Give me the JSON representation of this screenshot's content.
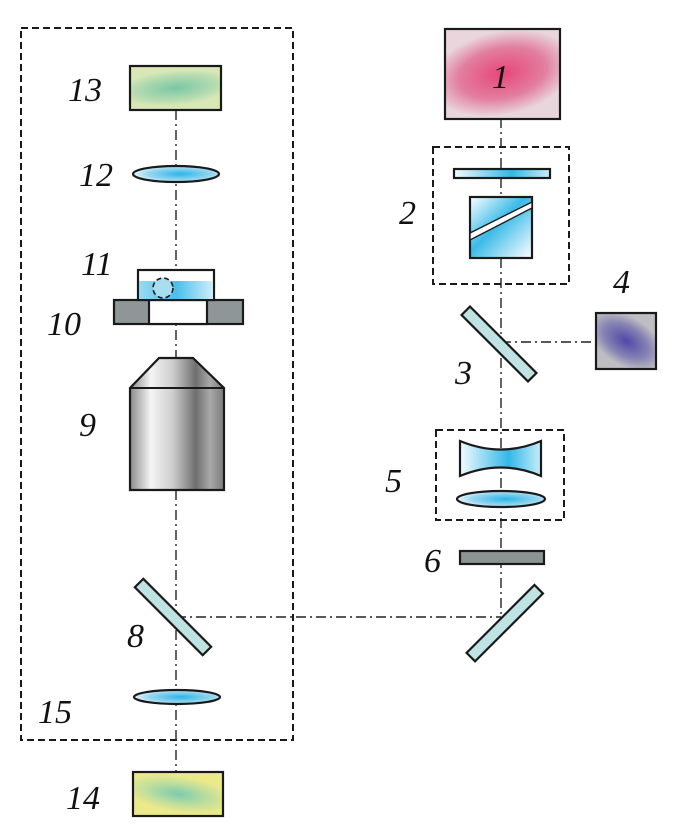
{
  "diagram": {
    "title": "Optical setup schematic",
    "colors": {
      "laser_source": "#e0557f",
      "detector_4": "#5b54a8",
      "camera_green": "#86c9a8",
      "camera_yellow": "#e6e78a",
      "lens_blue": "#39b9e6",
      "mirror_fill": "#bfe3e3",
      "stage_grey": "#8f9697",
      "filter_grey": "#8c9393",
      "objective_grey": "#9a9a9a"
    },
    "components": [
      {
        "id": "1",
        "label": "1",
        "name": "light source"
      },
      {
        "id": "2",
        "label": "2",
        "name": "wave plate and polarizing beam splitter module"
      },
      {
        "id": "3",
        "label": "3",
        "name": "beam splitter"
      },
      {
        "id": "4",
        "label": "4",
        "name": "detector"
      },
      {
        "id": "5",
        "label": "5",
        "name": "beam expander"
      },
      {
        "id": "6",
        "label": "6",
        "name": "filter"
      },
      {
        "id": "7",
        "label": "",
        "name": "folding mirror"
      },
      {
        "id": "8",
        "label": "8",
        "name": "dichroic mirror"
      },
      {
        "id": "9",
        "label": "9",
        "name": "objective lens"
      },
      {
        "id": "10",
        "label": "10",
        "name": "sample stage"
      },
      {
        "id": "11",
        "label": "11",
        "name": "sample chamber"
      },
      {
        "id": "12",
        "label": "12",
        "name": "lens"
      },
      {
        "id": "13",
        "label": "13",
        "name": "camera"
      },
      {
        "id": "14",
        "label": "14",
        "name": "camera"
      },
      {
        "id": "15",
        "label": "15",
        "name": "lens"
      }
    ]
  }
}
